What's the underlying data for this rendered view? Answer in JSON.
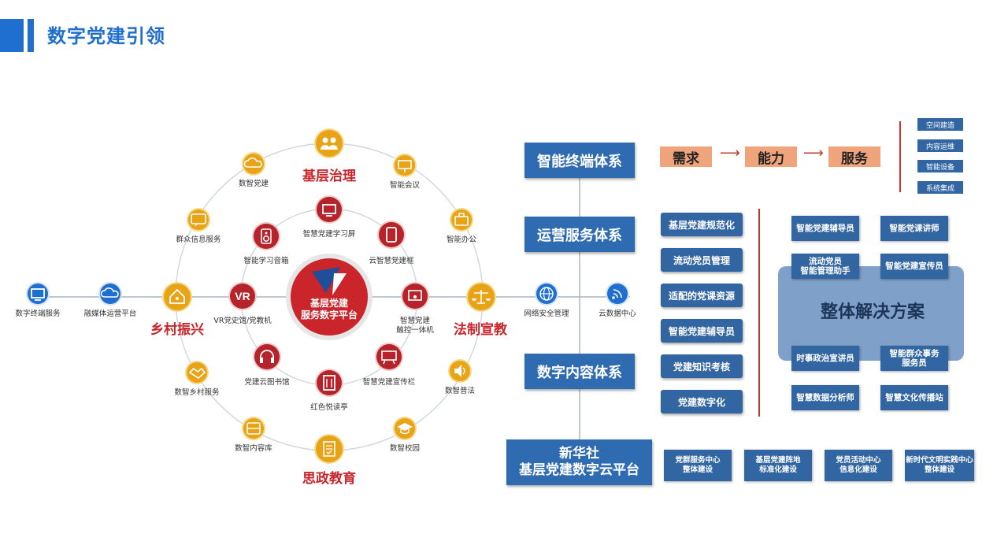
{
  "header": {
    "title": "数字党建引领"
  },
  "colors": {
    "accent_blue": "#1f6fd0",
    "box_blue": "#2e6bb0",
    "red": "#c9252b",
    "gold": "#e8a317",
    "orange_flow": "#f0a47c"
  },
  "hub": {
    "line1": "基层党建",
    "line2": "服务数字平台"
  },
  "pillars": {
    "top": "基层治理",
    "left": "乡村振兴",
    "right": "法制宣教",
    "bottom": "思政教育"
  },
  "inner_ring": [
    {
      "label": "智慧党建学习屏",
      "icon": "monitor-icon"
    },
    {
      "label": "云智慧党建框",
      "icon": "tablet-icon"
    },
    {
      "label": "智慧党建\n触控一体机",
      "icon": "touch-kiosk-icon"
    },
    {
      "label": "智慧党建宣传栏",
      "icon": "board-icon"
    },
    {
      "label": "红色悦读亭",
      "icon": "booth-icon"
    },
    {
      "label": "党建云图书馆",
      "icon": "headphones-icon"
    },
    {
      "label": "VR党史馆/党教机",
      "icon": "vr-icon"
    },
    {
      "label": "智能学习音箱",
      "icon": "speaker-icon"
    }
  ],
  "outer_ring": [
    {
      "label": "数智党建",
      "icon": "cloud-icon"
    },
    {
      "label": "智能会议",
      "icon": "meeting-icon"
    },
    {
      "label": "智能办公",
      "icon": "briefcase-icon"
    },
    {
      "label": "数智普法",
      "icon": "volume-icon"
    },
    {
      "label": "数智校园",
      "icon": "graduation-icon"
    },
    {
      "label": "数智内容库",
      "icon": "database-icon"
    },
    {
      "label": "数智乡村服务",
      "icon": "handshake-icon"
    },
    {
      "label": "群众信息服务",
      "icon": "chat-icon"
    }
  ],
  "left_chain": [
    {
      "label": "数字终端服务",
      "icon": "terminal-icon"
    },
    {
      "label": "融媒体运营平台",
      "icon": "cloud-platform-icon"
    }
  ],
  "right_chain": [
    {
      "label": "网络安全管理",
      "icon": "globe-icon"
    },
    {
      "label": "云数据中心",
      "icon": "signal-icon"
    }
  ],
  "systems": [
    "智能终端体系",
    "运营服务体系",
    "数字内容体系"
  ],
  "platform": {
    "line1": "新华社",
    "line2": "基层党建数字云平台"
  },
  "flow": [
    "需求",
    "能力",
    "服务"
  ],
  "services_tags": [
    "空间建造",
    "内容运维",
    "智能设备",
    "系统集成"
  ],
  "capabilities": [
    "基层党建规范化",
    "流动党员管理",
    "适配的党课资源",
    "智能党建辅导员",
    "党建知识考核",
    "党建数字化"
  ],
  "solution": {
    "title": "整体解决方案",
    "boxes": [
      "智能党建辅导员",
      "智能党课讲师",
      "流动党员\n智能管理助手",
      "智能党建宣传员",
      "时事政治宣讲员",
      "智能群众事务\n服务员",
      "智慧数据分析师",
      "智慧文化传播站"
    ]
  },
  "bottom_row": [
    "党群服务中心\n整体建设",
    "基层党建阵地\n标准化建设",
    "党员活动中心\n信息化建设",
    "新时代文明实践中心\n整体建设"
  ]
}
